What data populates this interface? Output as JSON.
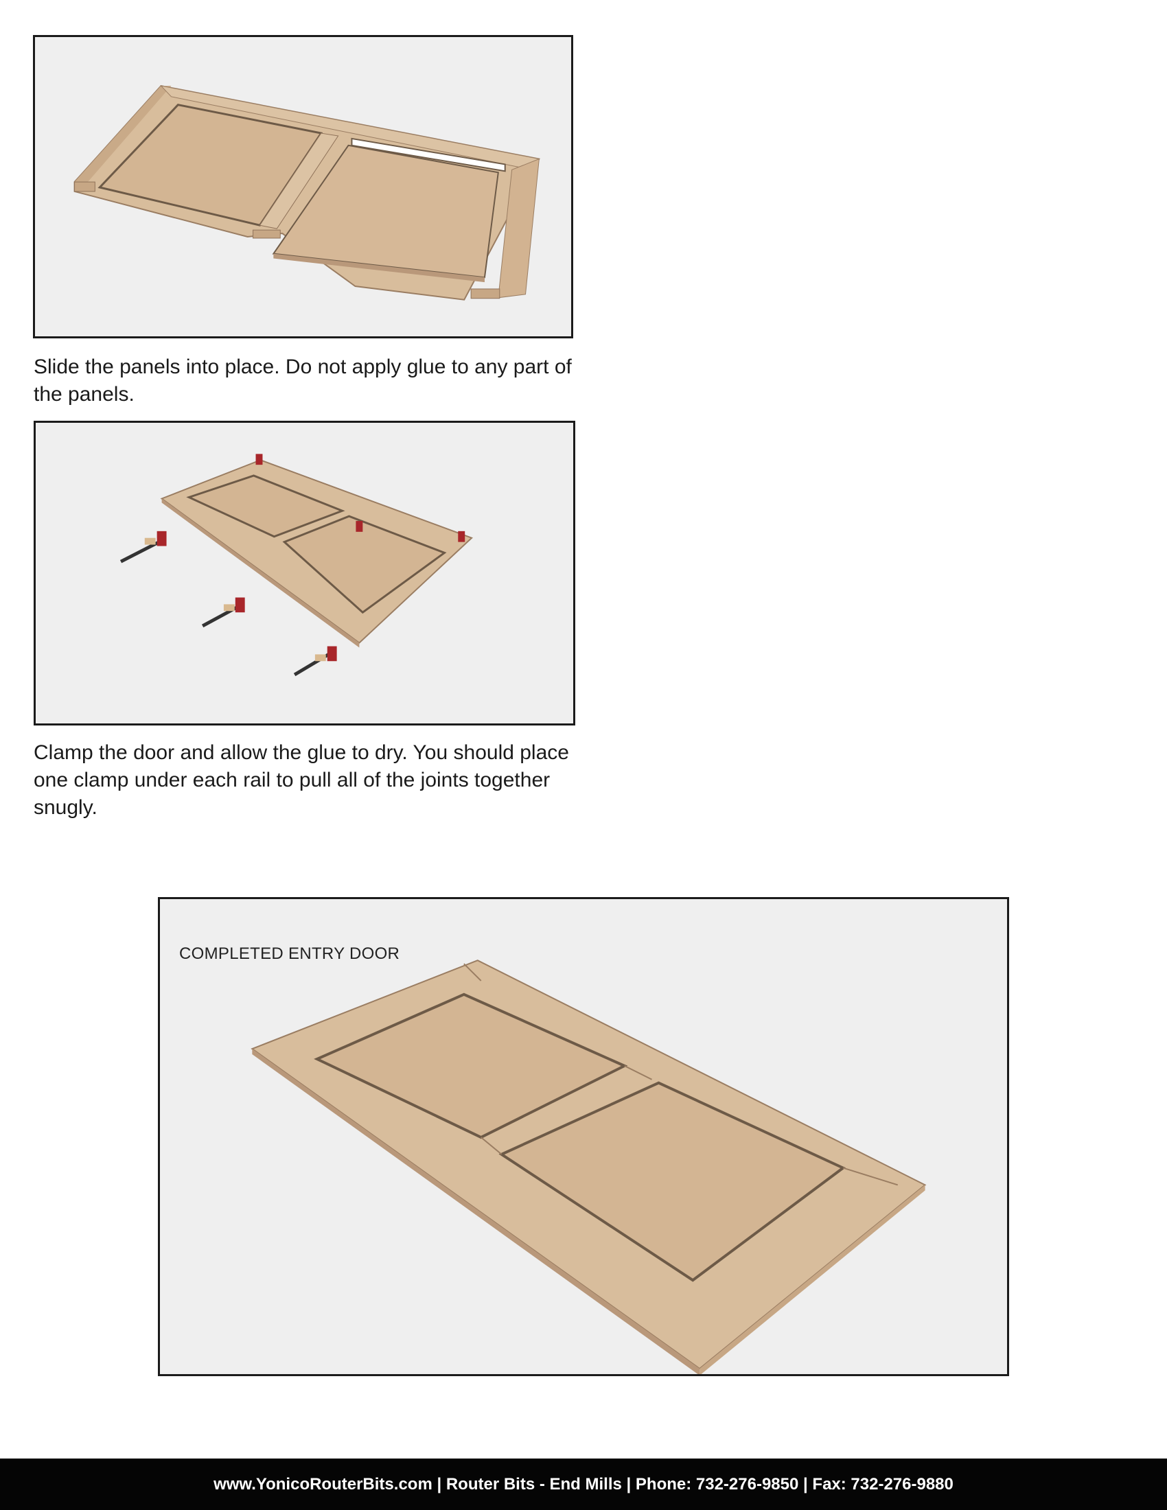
{
  "figures": [
    {
      "caption": "Slide the panels into place. Do not apply glue to any part of the panels.",
      "image": "door-frame-with-panels-sliding-in-illustration"
    },
    {
      "caption": "Clamp the door and allow the glue to dry. You should place one clamp under each rail to pull all of the joints together snugly.",
      "image": "clamped-door-illustration"
    },
    {
      "label": "COMPLETED ENTRY DOOR",
      "image": "completed-entry-door-illustration"
    }
  ],
  "footer": {
    "text": "www.YonicoRouterBits.com | Router Bits - End Mills | Phone: 732-276-9850 | Fax: 732-276-9880"
  },
  "colors": {
    "wood": "#d8bd9c",
    "wood_dark": "#b9987a",
    "groove": "#6d5a47",
    "clamp_red": "#a8262a",
    "figure_bg": "#efefef",
    "footer_bg": "#050505"
  }
}
